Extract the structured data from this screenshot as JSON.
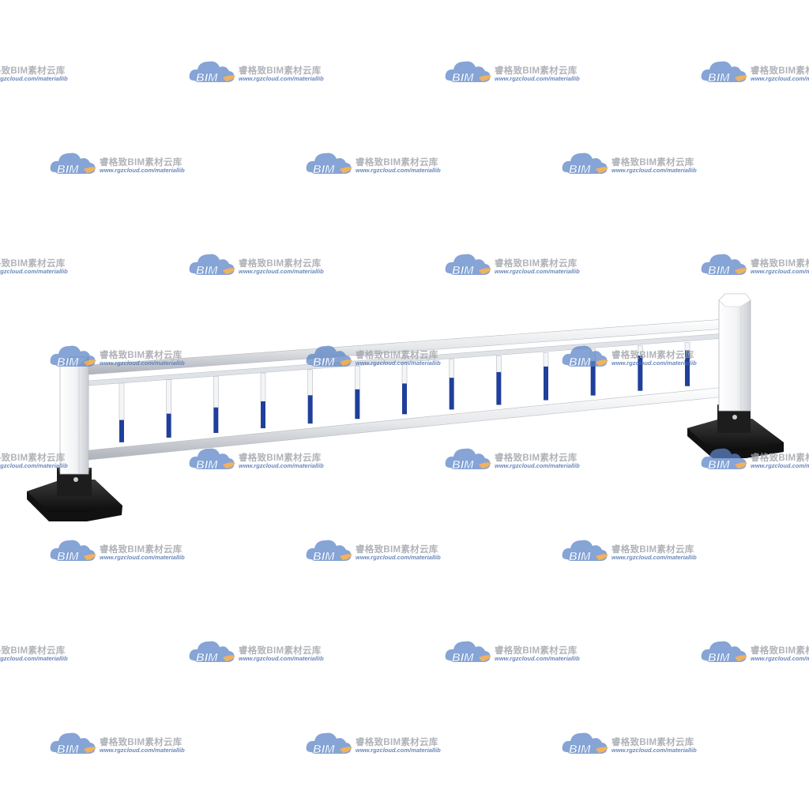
{
  "watermark": {
    "logo_text": "BIM",
    "brand_name": "睿格致BIM素材云库",
    "url": "www.rgzcloud.com/materiallib",
    "icon": "cloud-bim-logo-icon",
    "colors": {
      "cloud_blue": "#5b84c6",
      "cloud_orange": "#f0a23a",
      "text_gray": "#9fa3a9",
      "url_blue": "#4a6fae"
    }
  },
  "fence": {
    "object": "road-guardrail",
    "baluster_count": 13,
    "colors": {
      "post": "#f3f4f6",
      "rail": "#e9ebee",
      "baluster_white": "#f4f5f7",
      "baluster_blue": "#1f3f9a",
      "base": "#151515"
    }
  }
}
